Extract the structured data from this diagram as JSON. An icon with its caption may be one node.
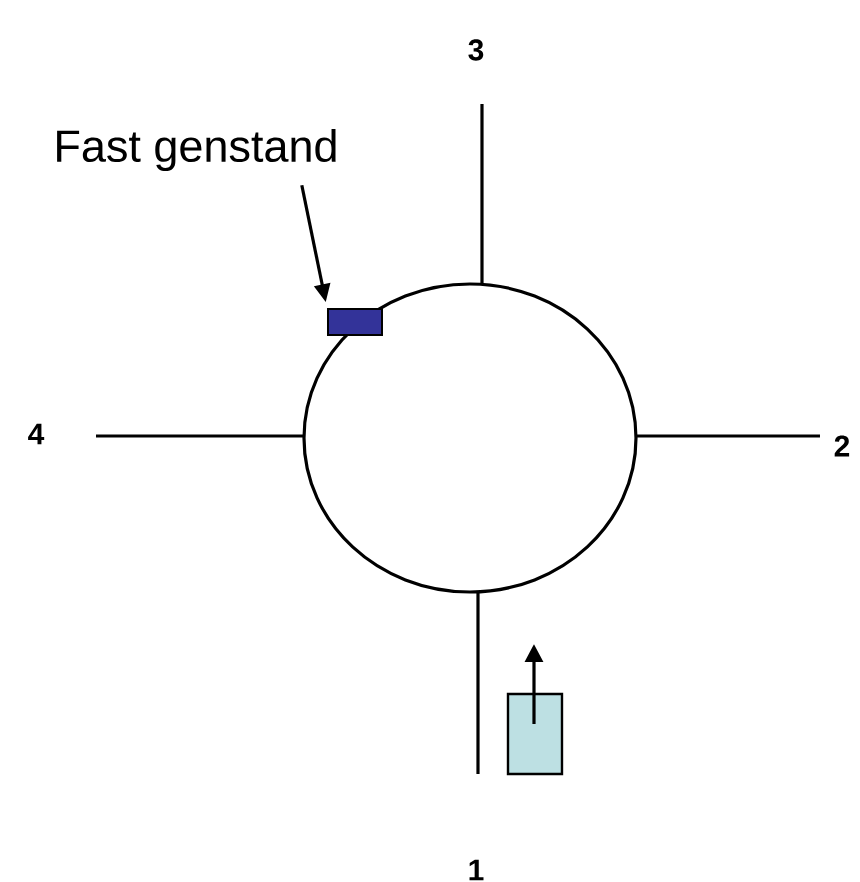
{
  "diagram": {
    "nodes": [
      {
        "text": [
          "Fast genstand"
        ]
      },
      {
        "text": [],
        "shape": "box"
      }
    ],
    "edges": [
      {
        "from": 0,
        "to": 1,
        "arrow": "to"
      }
    ],
    "labels": [
      "3",
      "4",
      "2",
      "1"
    ]
  }
}
